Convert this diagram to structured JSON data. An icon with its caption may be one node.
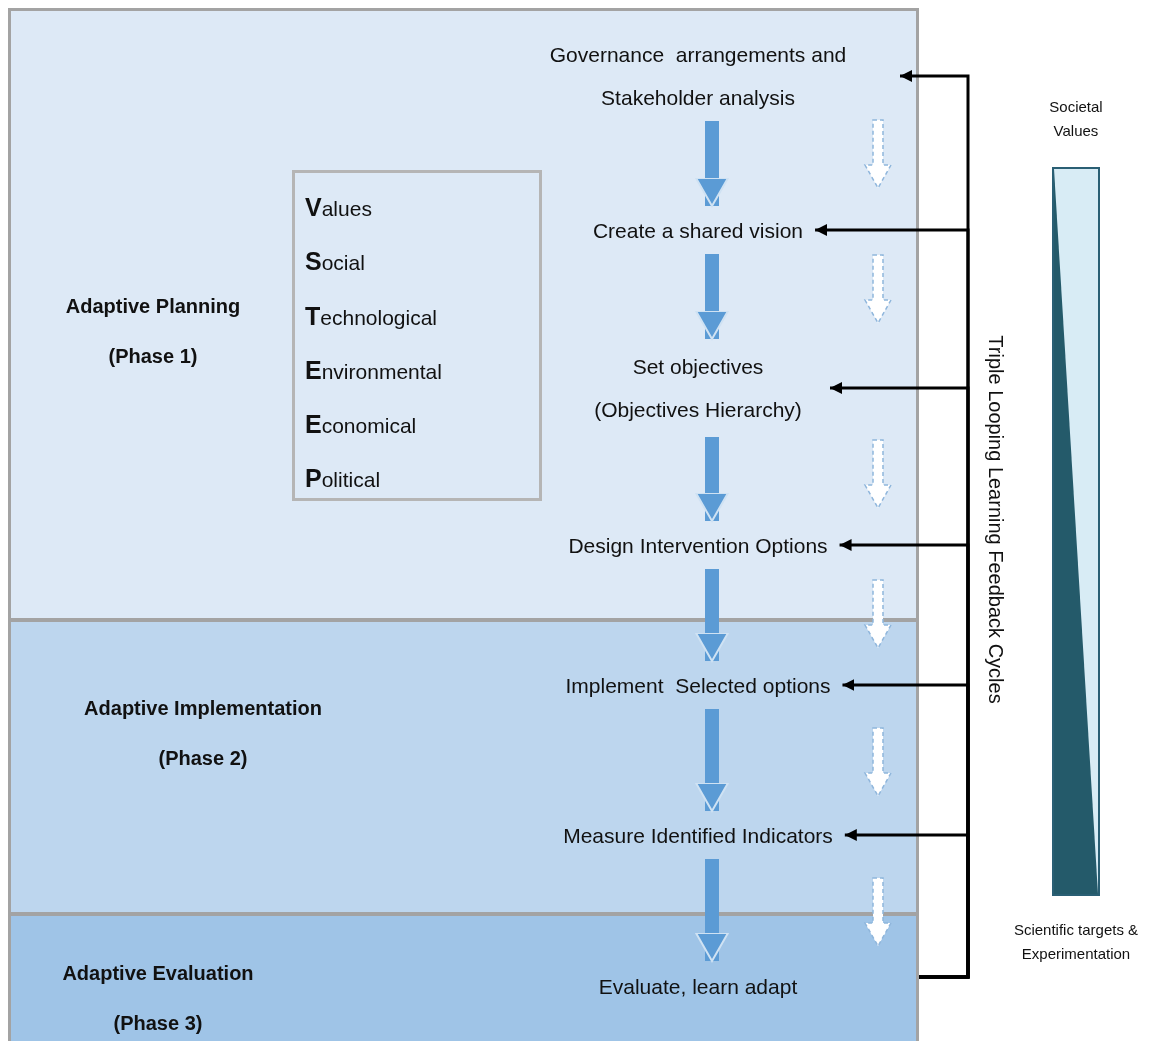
{
  "diagram": {
    "nodes": [
      {
        "text": [
          "Adaptive Planning (Phase 1)"
        ]
      },
      {
        "text": [
          "**V**alues",
          "**S**ocial",
          "**T**echnological",
          "**E**nvironmental",
          "**E**conomical",
          "**P**olitical"
        ],
        "in": 0
      },
      {
        "text": [
          "Governance  arrangements and Stakeholder analysis"
        ],
        "in": 0
      },
      {
        "text": [
          "Create a shared vision"
        ],
        "in": 0
      },
      {
        "text": [
          "Set objectives (Objectives Hierarchy)"
        ],
        "in": 0
      },
      {
        "text": [
          "Design Intervention Options"
        ],
        "in": 0
      },
      {
        "text": [
          "Adaptive Implementation (Phase 2)"
        ]
      },
      {
        "text": [
          "Implement  Selected options"
        ],
        "in": 6
      },
      {
        "text": [
          "Measure Identified Indicators"
        ],
        "in": 6
      },
      {
        "text": [
          "Adaptive Evaluation (Phase 3)"
        ]
      },
      {
        "text": [
          "Evaluate, learn adapt"
        ],
        "in": 9
      },
      {
        "text": [],
        "shape": "bar",
        "beside": [
          "Societal Values",
          "Scientific targets & Experimentation"
        ]
      }
    ],
    "edges": [
      {
        "from": 2,
        "to": 3,
        "arrow": "to",
        "style": "thick",
        "color": "#5b9bd5"
      },
      {
        "from": 3,
        "to": 4,
        "arrow": "to",
        "style": "thick",
        "color": "#5b9bd5"
      },
      {
        "from": 4,
        "to": 5,
        "arrow": "to",
        "style": "thick",
        "color": "#5b9bd5"
      },
      {
        "from": 5,
        "to": 7,
        "arrow": "to",
        "style": "thick",
        "color": "#5b9bd5"
      },
      {
        "from": 7,
        "to": 8,
        "arrow": "to",
        "style": "thick",
        "color": "#5b9bd5"
      },
      {
        "from": 8,
        "to": 10,
        "arrow": "to",
        "style": "thick",
        "color": "#5b9bd5"
      },
      {
        "from": 9,
        "to": 2,
        "arrow": "to",
        "color": "#000000"
      },
      {
        "from": 9,
        "to": 3,
        "arrow": "to",
        "color": "#000000"
      },
      {
        "from": 9,
        "to": 4,
        "arrow": "to",
        "color": "#000000"
      },
      {
        "from": 9,
        "to": 5,
        "arrow": "to",
        "color": "#000000"
      },
      {
        "from": 9,
        "to": 7,
        "arrow": "to",
        "color": "#000000"
      },
      {
        "from": 9,
        "to": 8,
        "arrow": "to",
        "color": "#000000"
      }
    ],
    "labels": [
      "Triple Looping Learning Feedback Cycles"
    ]
  }
}
